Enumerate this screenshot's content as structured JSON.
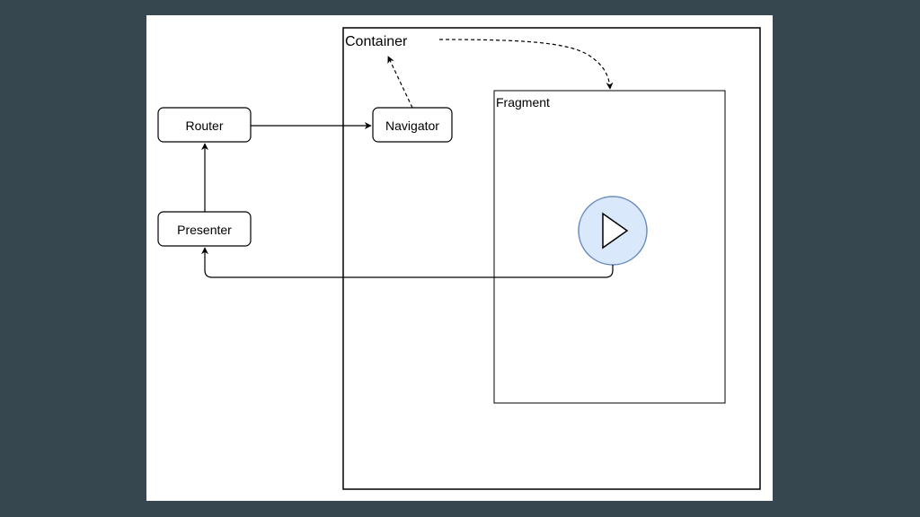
{
  "diagram": {
    "container": {
      "label": "Container"
    },
    "fragment": {
      "label": "Fragment"
    },
    "nodes": {
      "router": {
        "label": "Router"
      },
      "navigator": {
        "label": "Navigator"
      },
      "presenter": {
        "label": "Presenter"
      }
    },
    "play_control": {
      "icon": "play-icon",
      "fill": "#dae8fc",
      "stroke": "#6c8ebf"
    },
    "colors": {
      "background": "#37474f",
      "canvas": "#ffffff",
      "line": "#000000"
    }
  }
}
